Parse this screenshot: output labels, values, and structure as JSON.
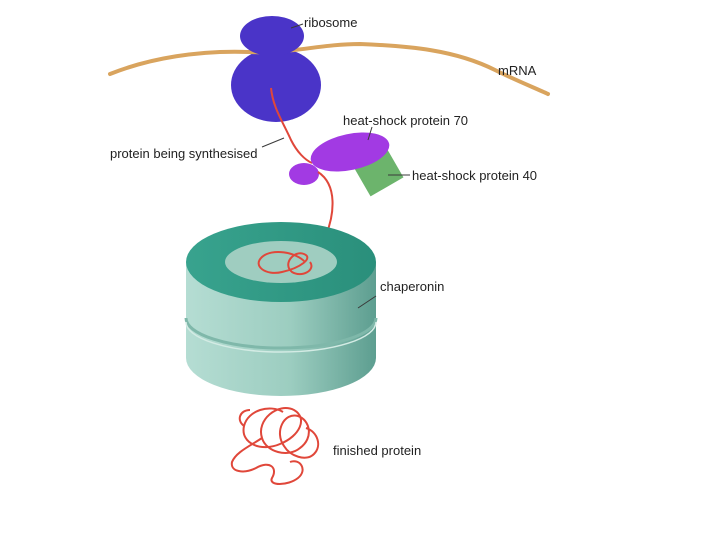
{
  "labels": {
    "ribosome": "ribosome",
    "mrna": "mRNA",
    "protein_synth": "protein being synthesised",
    "hsp70": "heat-shock protein 70",
    "hsp40": "heat-shock protein 40",
    "chaperonin": "chaperonin",
    "finished": "finished protein"
  },
  "colors": {
    "ribosome": "#4a34c8",
    "mrna": "#d9a45e",
    "hsp70": "#a23ae3",
    "hsp40": "#6cb46c",
    "chaperonin_top": "#2f9a86",
    "chaperonin_side": "#9ecfc2",
    "protein": "#e0473a"
  }
}
